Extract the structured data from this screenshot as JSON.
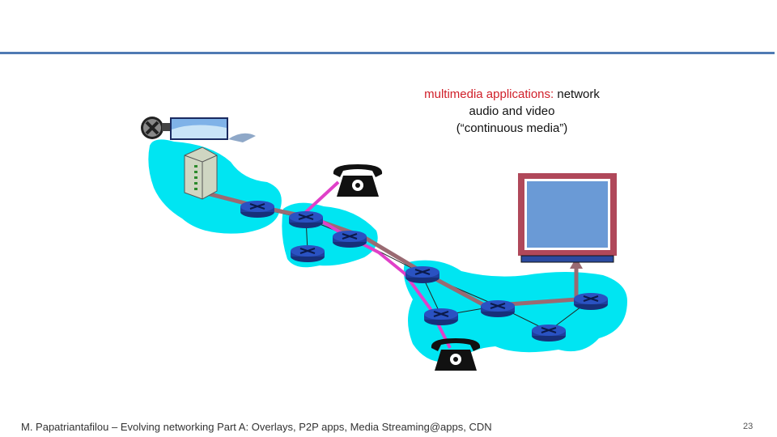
{
  "slide": {
    "callout": {
      "highlight": "multimedia applications:",
      "rest_line1": " network",
      "line2": "audio and video",
      "line3": "(“continuous media”)"
    },
    "footer": "M. Papatriantafilou –  Evolving networking Part A: Overlays, P2P apps, Media Streaming@apps, CDN",
    "page_number": "23"
  },
  "colors": {
    "rule": "#4f7ab3",
    "highlight_text": "#d0202a",
    "network_cloud": "#00e5f2",
    "router": "#1f3f9f",
    "phone_path": "#e040c8",
    "video_path": "#a0707a",
    "tv_frame": "#b0485a",
    "tv_screen": "#6a9ad6"
  },
  "icons": [
    "film-reel-icon",
    "video-frame-icon",
    "media-server-icon",
    "telephone-icon",
    "television-icon",
    "router-icon"
  ]
}
